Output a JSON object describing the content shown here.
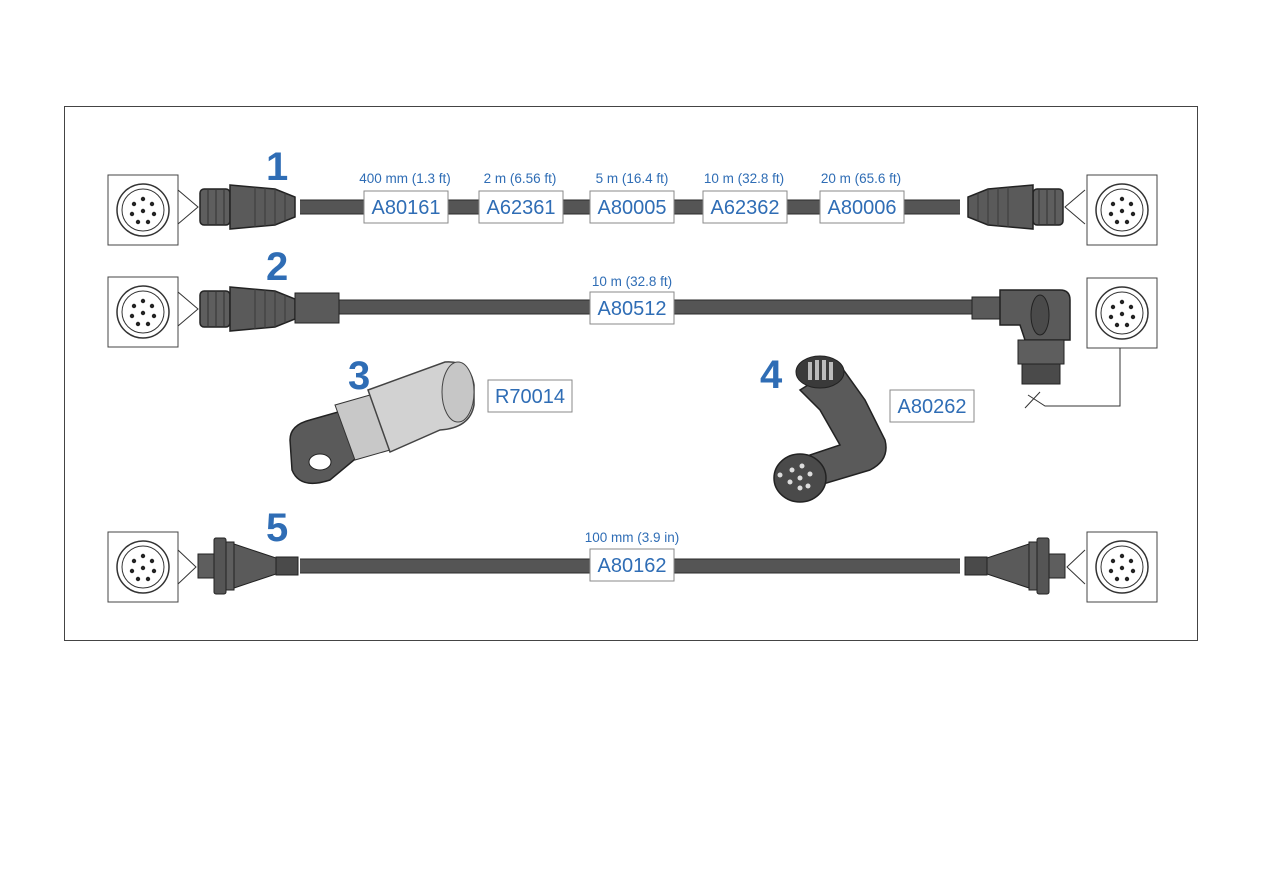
{
  "colors": {
    "accent": "#2f6db5",
    "connector": "#5a5a5a",
    "cable": "#555555"
  },
  "items": [
    {
      "number": "1",
      "variants": [
        {
          "length": "400 mm (1.3 ft)",
          "part": "A80161"
        },
        {
          "length": "2 m (6.56 ft)",
          "part": "A62361"
        },
        {
          "length": "5 m (16.4 ft)",
          "part": "A80005"
        },
        {
          "length": "10 m (32.8 ft)",
          "part": "A62362"
        },
        {
          "length": "20 m (65.6 ft)",
          "part": "A80006"
        }
      ]
    },
    {
      "number": "2",
      "length": "10 m (32.8 ft)",
      "part": "A80512"
    },
    {
      "number": "3",
      "part": "R70014"
    },
    {
      "number": "4",
      "part": "A80262"
    },
    {
      "number": "5",
      "length": "100 mm (3.9 in)",
      "part": "A80162"
    }
  ]
}
